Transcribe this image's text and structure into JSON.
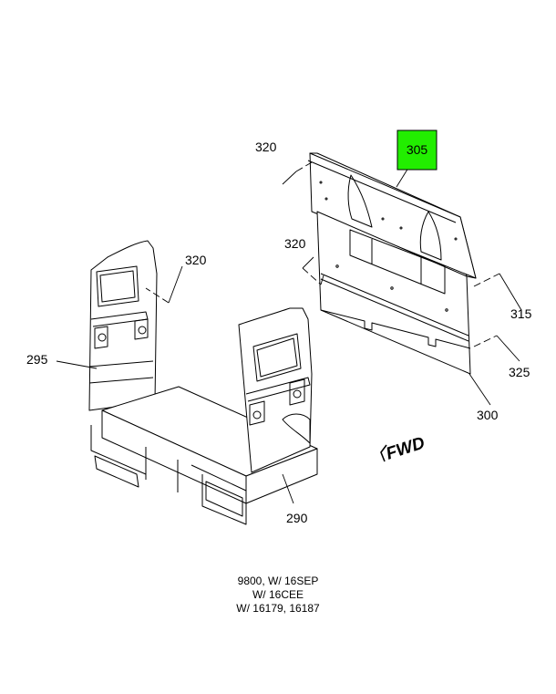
{
  "callouts": {
    "c305": "305",
    "c320a": "320",
    "c320b": "320",
    "c320c": "320",
    "c315": "315",
    "c325": "325",
    "c300": "300",
    "c295": "295",
    "c290": "290"
  },
  "fwd_label": "FWD",
  "highlight_color": "#22ee00",
  "caption": {
    "line1": "9800, W/ 16SEP",
    "line2": "W/ 16CEE",
    "line3": "W/ 16179, 16187"
  }
}
